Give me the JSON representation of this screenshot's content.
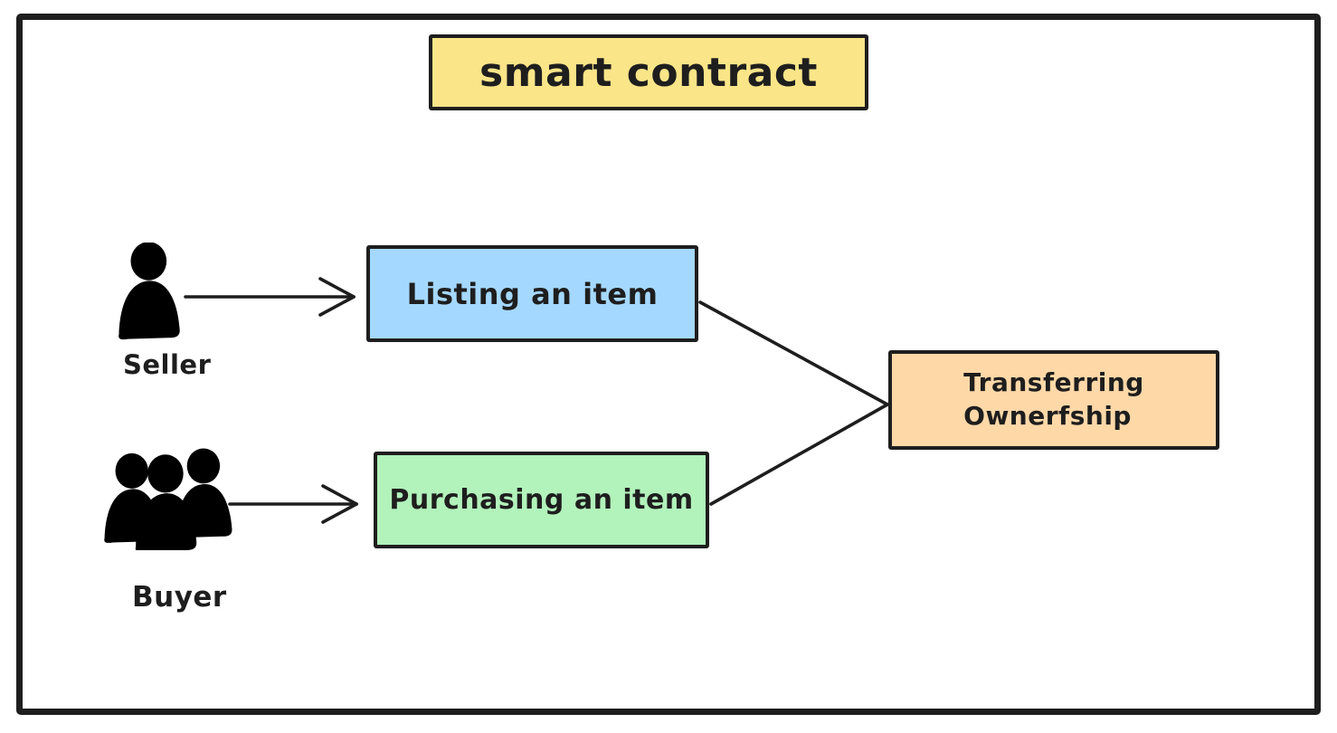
{
  "title": {
    "label": "smart contract"
  },
  "nodes": {
    "listing": {
      "label": "Listing an item"
    },
    "purchasing": {
      "label": "Purchasing an item"
    },
    "transferring": {
      "line1": "Transferring",
      "line2": "Ownerfship"
    }
  },
  "actors": {
    "seller": {
      "label": "Seller",
      "icon": "person-icon"
    },
    "buyer": {
      "label": "Buyer",
      "icon": "people-group-icon"
    }
  },
  "edges": [
    {
      "from": "seller",
      "to": "listing",
      "type": "arrow"
    },
    {
      "from": "buyer",
      "to": "purchasing",
      "type": "arrow"
    },
    {
      "from": "listing",
      "to": "transferring",
      "type": "line"
    },
    {
      "from": "purchasing",
      "to": "transferring",
      "type": "line"
    }
  ],
  "colors": {
    "stroke": "#1e1e1e",
    "title_fill": "#fae588",
    "listing_fill": "#a5d8ff",
    "purchasing_fill": "#b2f2bb",
    "transferring_fill": "#ffd8a8",
    "actor_fill": "#8b939b",
    "background": "#ffffff"
  }
}
